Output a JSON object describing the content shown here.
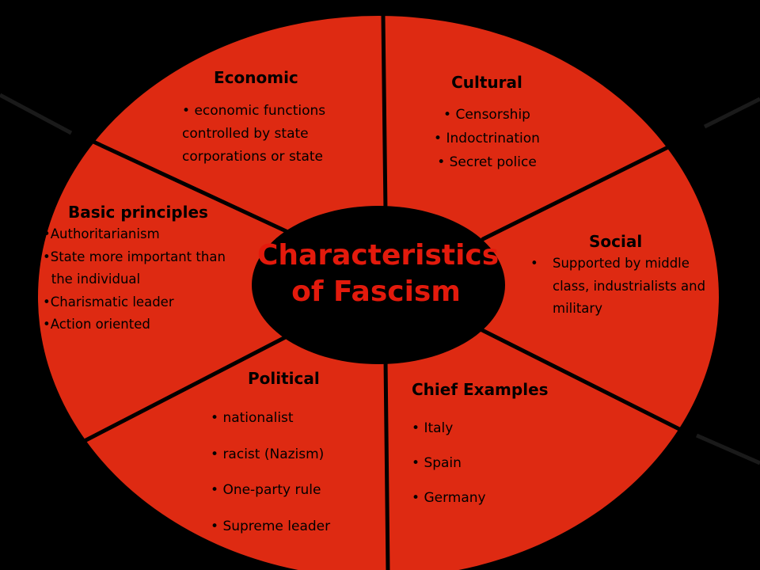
{
  "colors": {
    "background": "#000000",
    "wheel": "#de2a12",
    "hub": "#000000",
    "divider": "#000000",
    "center_text": "#e31a0c",
    "text": "#000000"
  },
  "center": {
    "line1": "Characteristics",
    "line2": "of Fascism"
  },
  "sections": {
    "economic": {
      "title": "Economic",
      "items": [
        "economic functions",
        "controlled by state",
        "corporations or state"
      ]
    },
    "cultural": {
      "title": "Cultural",
      "items": [
        "Censorship",
        "Indoctrination",
        "Secret police"
      ]
    },
    "basic": {
      "title": "Basic principles",
      "items": [
        "Authoritarianism",
        "State more important than the individual",
        "Charismatic leader",
        "Action oriented"
      ]
    },
    "social": {
      "title": "Social",
      "items": [
        "Supported by middle class, industrialists and military"
      ]
    },
    "political": {
      "title": "Political",
      "items": [
        "nationalist",
        "racist (Nazism)",
        "One-party rule",
        "Supreme leader"
      ]
    },
    "chief": {
      "title": "Chief Examples",
      "items": [
        "Italy",
        "Spain",
        "Germany"
      ]
    }
  }
}
